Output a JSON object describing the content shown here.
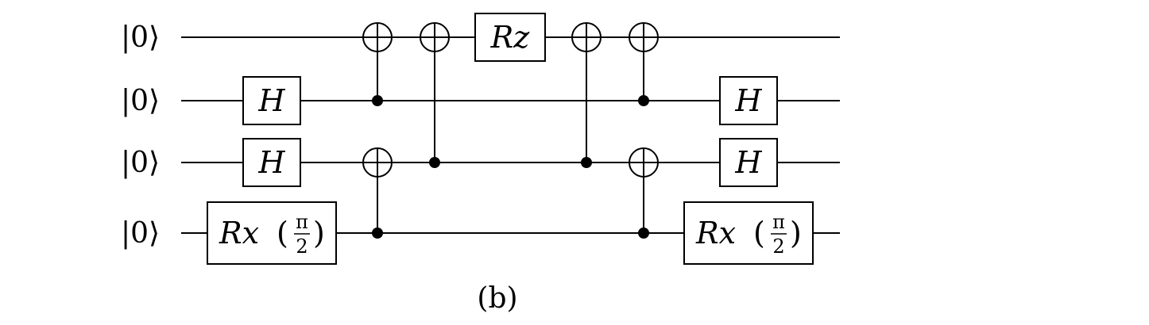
{
  "circuit": {
    "qubits": [
      {
        "label": "|0⟩"
      },
      {
        "label": "|0⟩"
      },
      {
        "label": "|0⟩"
      },
      {
        "label": "|0⟩"
      }
    ],
    "rx_name": "Rx",
    "rx_open": "(",
    "rx_num": "π",
    "rx_den": "2",
    "rx_close": ")",
    "gates": [
      {
        "type": "single",
        "label": "H",
        "qubit": 1,
        "col": "h1"
      },
      {
        "type": "single",
        "label": "H",
        "qubit": 2,
        "col": "h1"
      },
      {
        "type": "rx",
        "qubit": 3,
        "col": "rx1"
      },
      {
        "type": "cnot",
        "control": 1,
        "target": 0,
        "col": "c1"
      },
      {
        "type": "cnot",
        "control": 3,
        "target": 2,
        "col": "c1"
      },
      {
        "type": "cnot",
        "control": 2,
        "target": 0,
        "col": "c2"
      },
      {
        "type": "single",
        "label": "Rz",
        "qubit": 0,
        "col": "rz"
      },
      {
        "type": "cnot",
        "control": 2,
        "target": 0,
        "col": "c3"
      },
      {
        "type": "cnot",
        "control": 1,
        "target": 0,
        "col": "c4"
      },
      {
        "type": "cnot",
        "control": 3,
        "target": 2,
        "col": "c4"
      },
      {
        "type": "single",
        "label": "H",
        "qubit": 1,
        "col": "h2"
      },
      {
        "type": "single",
        "label": "H",
        "qubit": 2,
        "col": "h2"
      },
      {
        "type": "rx",
        "qubit": 3,
        "col": "rx2"
      }
    ]
  },
  "caption": "(b)"
}
